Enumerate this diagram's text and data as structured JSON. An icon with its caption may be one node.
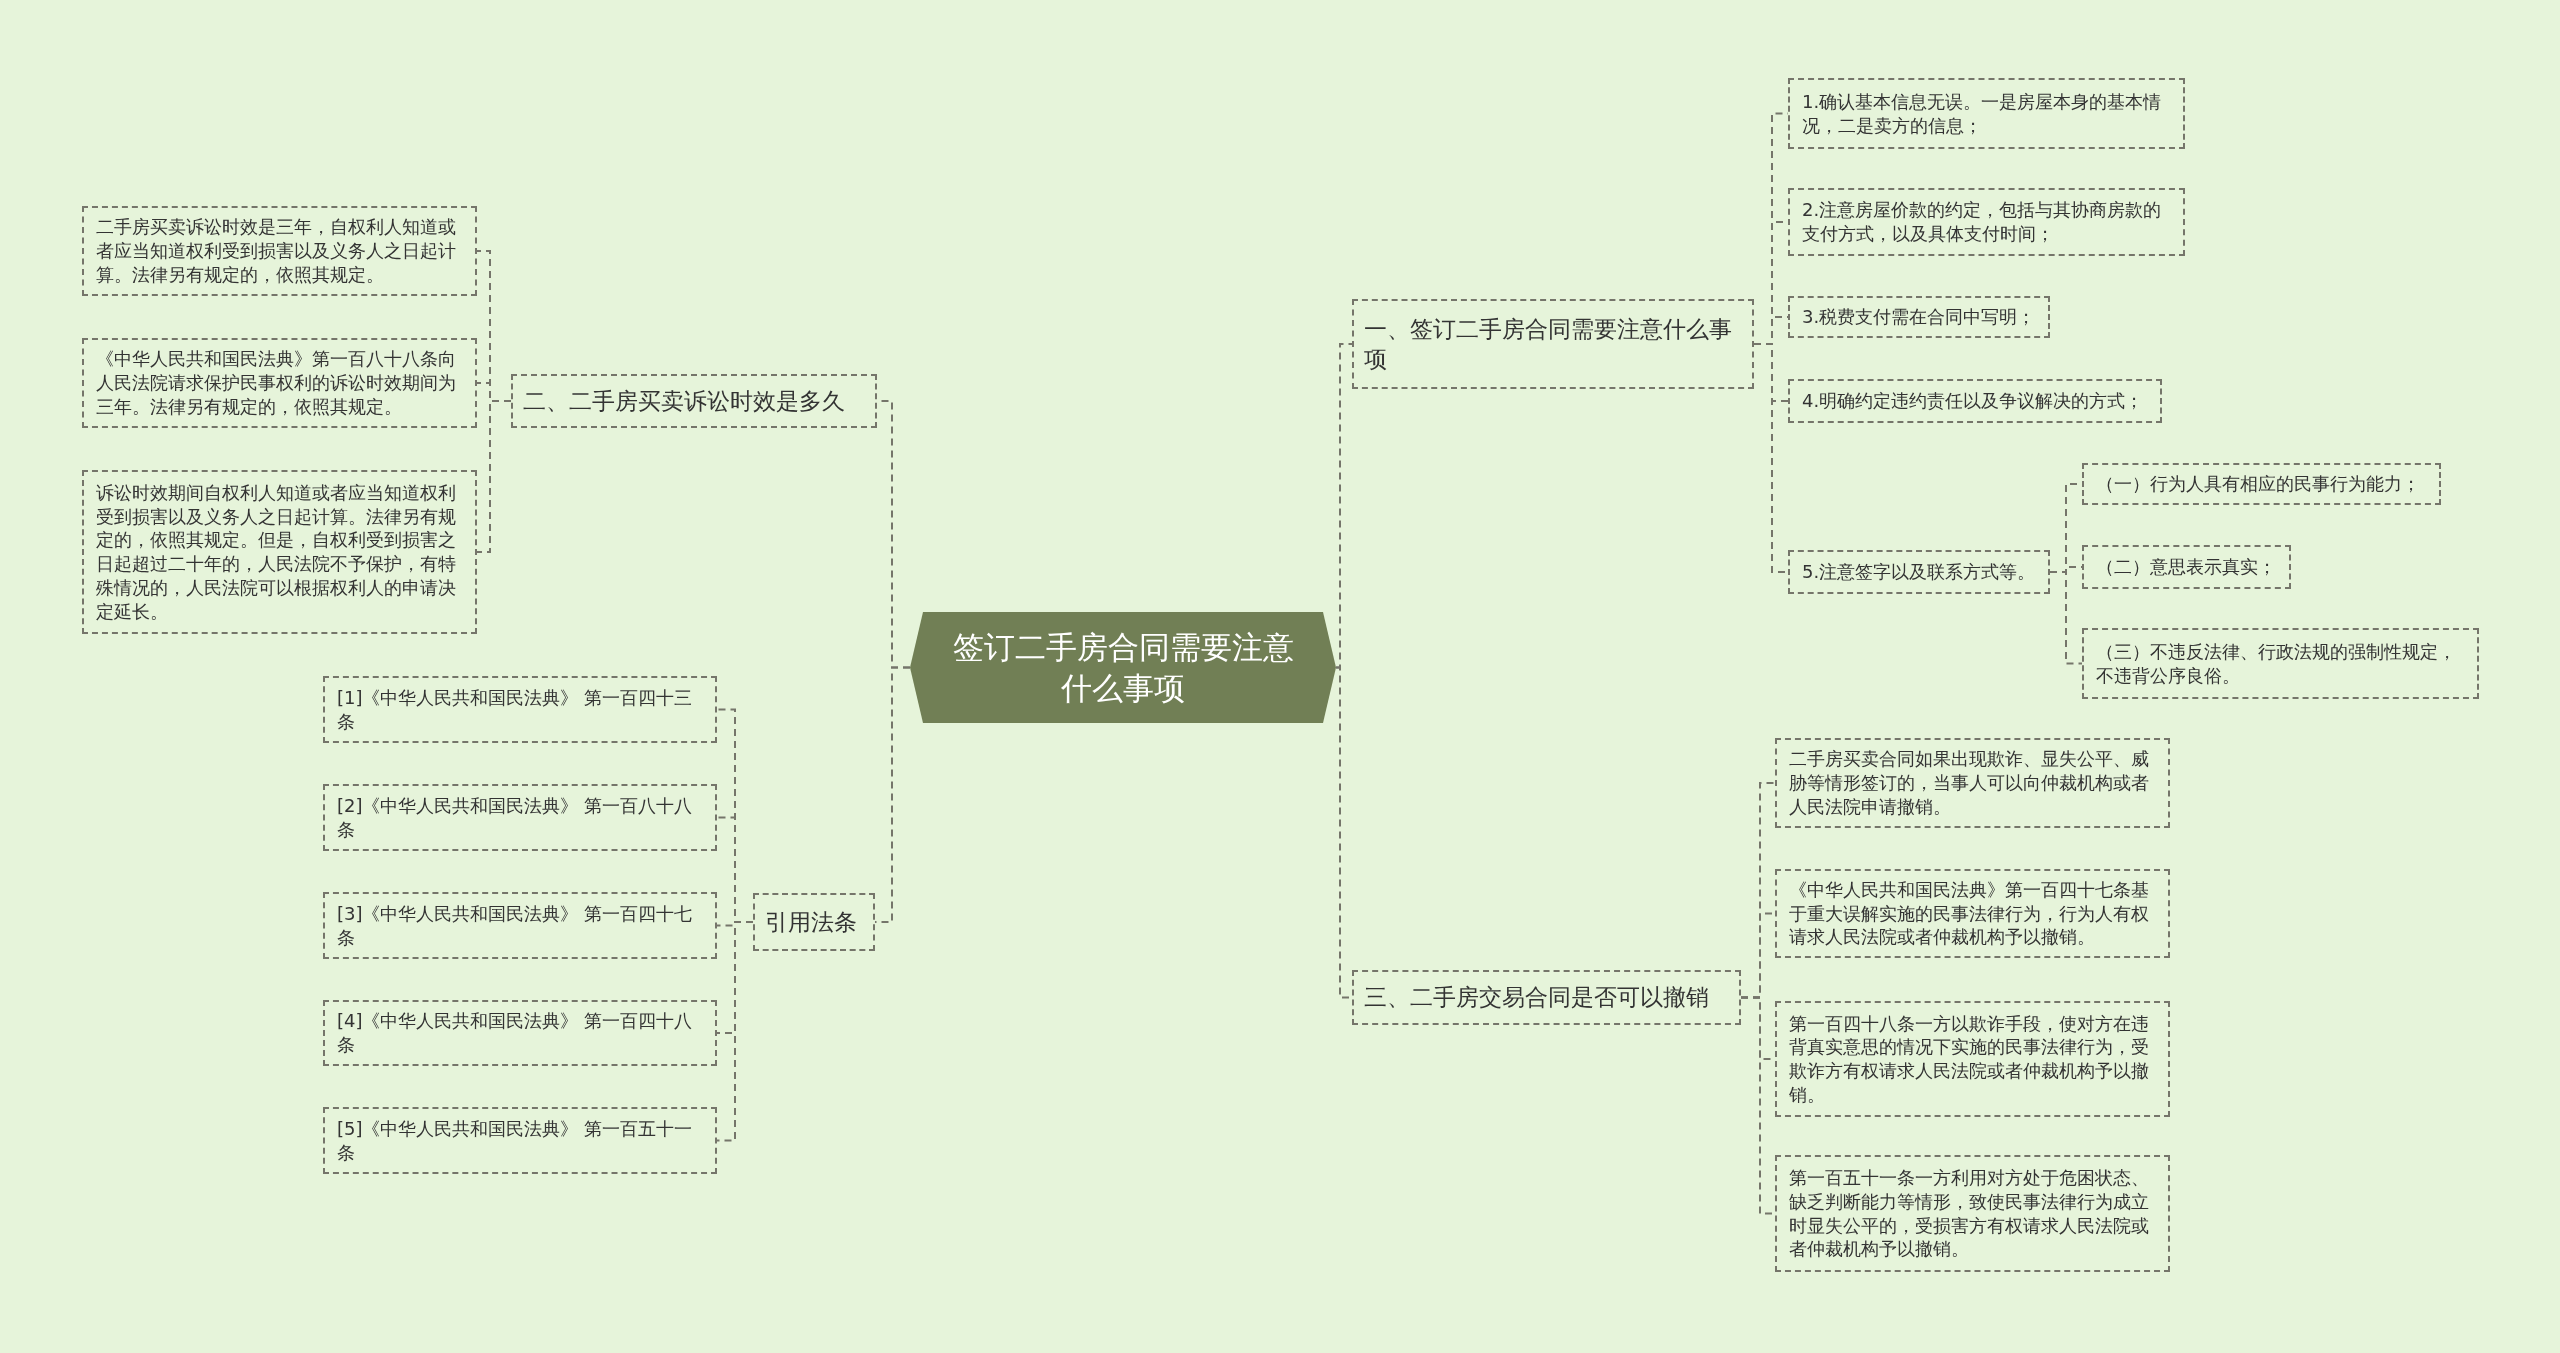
{
  "diagram": {
    "nodes": [
      {
        "text": [
          "签订二手房合同需要注意什么事项"
        ]
      },
      {
        "text": [
          "一、签订二手房合同需要注意什么事项"
        ]
      },
      {
        "text": [
          "1.确认基本信息无误。一是房屋本身的基本情况，二是卖方的信息；"
        ]
      },
      {
        "text": [
          "2.注意房屋价款的约定，包括与其协商房款的支付方式，以及具体支付时间；"
        ]
      },
      {
        "text": [
          "3.税费支付需在合同中写明；"
        ]
      },
      {
        "text": [
          "4.明确约定违约责任以及争议解决的方式；"
        ]
      },
      {
        "text": [
          "5.注意签字以及联系方式等。"
        ]
      },
      {
        "text": [
          "（一）行为人具有相应的民事行为能力；"
        ]
      },
      {
        "text": [
          "（二）意思表示真实；"
        ]
      },
      {
        "text": [
          "（三）不违反法律、行政法规的强制性规定，不违背公序良俗。"
        ]
      },
      {
        "text": [
          "三、二手房交易合同是否可以撤销"
        ]
      },
      {
        "text": [
          "二手房买卖合同如果出现欺诈、显失公平、威胁等情形签订的，当事人可以向仲裁机构或者人民法院申请撤销。"
        ]
      },
      {
        "text": [
          "《中华人民共和国民法典》第一百四十七条基于重大误解实施的民事法律行为，行为人有权请求人民法院或者仲裁机构予以撤销。"
        ]
      },
      {
        "text": [
          "第一百四十八条一方以欺诈手段，使对方在违背真实意思的情况下实施的民事法律行为，受欺诈方有权请求人民法院或者仲裁机构予以撤销。"
        ]
      },
      {
        "text": [
          "第一百五十一条一方利用对方处于危困状态、缺乏判断能力等情形，致使民事法律行为成立时显失公平的，受损害方有权请求人民法院或者仲裁机构予以撤销。"
        ]
      },
      {
        "text": [
          "二、二手房买卖诉讼时效是多久"
        ]
      },
      {
        "text": [
          "二手房买卖诉讼时效是三年，自权利人知道或者应当知道权利受到损害以及义务人之日起计算。法律另有规定的，依照其规定。"
        ]
      },
      {
        "text": [
          "《中华人民共和国民法典》第一百八十八条向人民法院请求保护民事权利的诉讼时效期间为三年。法律另有规定的，依照其规定。"
        ]
      },
      {
        "text": [
          "诉讼时效期间自权利人知道或者应当知道权利受到损害以及义务人之日起计算。法律另有规定的，依照其规定。但是，自权利受到损害之日起超过二十年的，人民法院不予保护，有特殊情况的，人民法院可以根据权利人的申请决定延长。"
        ]
      },
      {
        "text": [
          "引用法条"
        ]
      },
      {
        "text": [
          "[1]《中华人民共和国民法典》 第一百四十三条"
        ]
      },
      {
        "text": [
          "[2]《中华人民共和国民法典》 第一百八十八条"
        ]
      },
      {
        "text": [
          "[3]《中华人民共和国民法典》 第一百四十七条"
        ]
      },
      {
        "text": [
          "[4]《中华人民共和国民法典》 第一百四十八条"
        ]
      },
      {
        "text": [
          "[5]《中华人民共和国民法典》 第一百五十一条"
        ]
      }
    ],
    "edges": [
      {
        "from": 0,
        "to": 1,
        "arrow": "none"
      },
      {
        "from": 1,
        "to": 2,
        "arrow": "none"
      },
      {
        "from": 1,
        "to": 3,
        "arrow": "none"
      },
      {
        "from": 1,
        "to": 4,
        "arrow": "none"
      },
      {
        "from": 1,
        "to": 5,
        "arrow": "none"
      },
      {
        "from": 1,
        "to": 6,
        "arrow": "none"
      },
      {
        "from": 6,
        "to": 7,
        "arrow": "none"
      },
      {
        "from": 6,
        "to": 8,
        "arrow": "none"
      },
      {
        "from": 6,
        "to": 9,
        "arrow": "none"
      },
      {
        "from": 0,
        "to": 10,
        "arrow": "none"
      },
      {
        "from": 10,
        "to": 11,
        "arrow": "none"
      },
      {
        "from": 10,
        "to": 12,
        "arrow": "none"
      },
      {
        "from": 10,
        "to": 13,
        "arrow": "none"
      },
      {
        "from": 10,
        "to": 14,
        "arrow": "none"
      },
      {
        "from": 0,
        "to": 15,
        "arrow": "none"
      },
      {
        "from": 15,
        "to": 16,
        "arrow": "none"
      },
      {
        "from": 15,
        "to": 17,
        "arrow": "none"
      },
      {
        "from": 15,
        "to": 18,
        "arrow": "none"
      },
      {
        "from": 0,
        "to": 19,
        "arrow": "none"
      },
      {
        "from": 19,
        "to": 20,
        "arrow": "none"
      },
      {
        "from": 19,
        "to": 21,
        "arrow": "none"
      },
      {
        "from": 19,
        "to": 22,
        "arrow": "none"
      },
      {
        "from": 19,
        "to": 23,
        "arrow": "none"
      },
      {
        "from": 19,
        "to": 24,
        "arrow": "none"
      }
    ]
  }
}
